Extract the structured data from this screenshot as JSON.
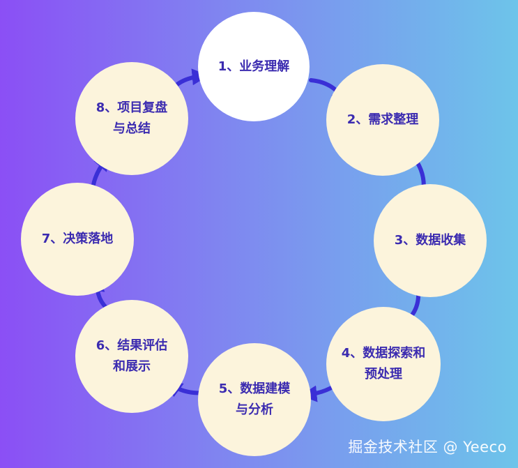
{
  "steps": [
    {
      "label_lines": [
        "1、业务理解"
      ],
      "fill": "#ffffff"
    },
    {
      "label_lines": [
        "2、需求整理"
      ],
      "fill": "#fcf4dc"
    },
    {
      "label_lines": [
        "3、数据收集"
      ],
      "fill": "#fcf4dc"
    },
    {
      "label_lines": [
        "4、数据探索和",
        "预处理"
      ],
      "fill": "#fcf4dc"
    },
    {
      "label_lines": [
        "5、数据建模",
        "与分析"
      ],
      "fill": "#fcf4dc"
    },
    {
      "label_lines": [
        "6、结果评估",
        "和展示"
      ],
      "fill": "#fcf4dc"
    },
    {
      "label_lines": [
        "7、决策落地"
      ],
      "fill": "#fcf4dc"
    },
    {
      "label_lines": [
        "8、项目复盘",
        "与总结"
      ],
      "fill": "#fcf4dc"
    }
  ],
  "arrow_color": "#3a2fd6",
  "watermark": "掘金技术社区 @ Yeeco"
}
